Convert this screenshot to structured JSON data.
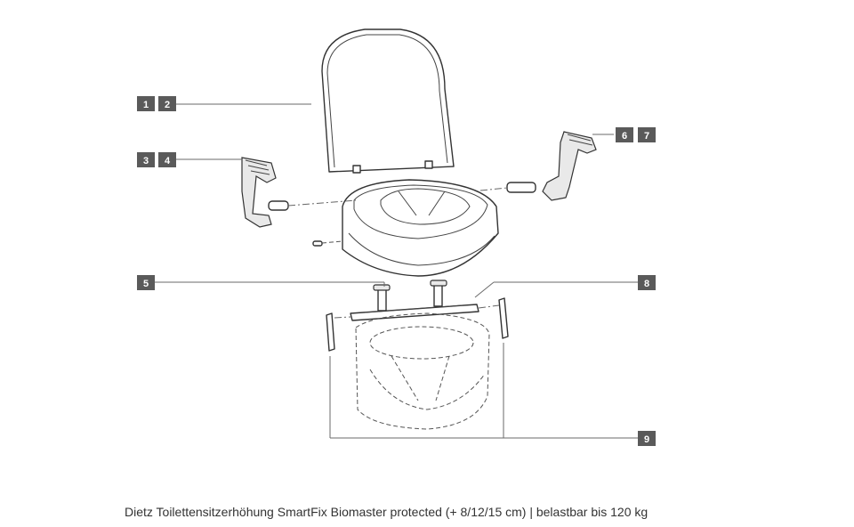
{
  "callouts": [
    {
      "id": "1",
      "label": "1"
    },
    {
      "id": "2",
      "label": "2"
    },
    {
      "id": "3",
      "label": "3"
    },
    {
      "id": "4",
      "label": "4"
    },
    {
      "id": "5",
      "label": "5"
    },
    {
      "id": "6",
      "label": "6"
    },
    {
      "id": "7",
      "label": "7"
    },
    {
      "id": "8",
      "label": "8"
    },
    {
      "id": "9",
      "label": "9"
    }
  ],
  "caption": "Dietz Toilettensitzerhöhung SmartFix Biomaster protected (+ 8/12/15 cm) | belastbar bis 120 kg"
}
